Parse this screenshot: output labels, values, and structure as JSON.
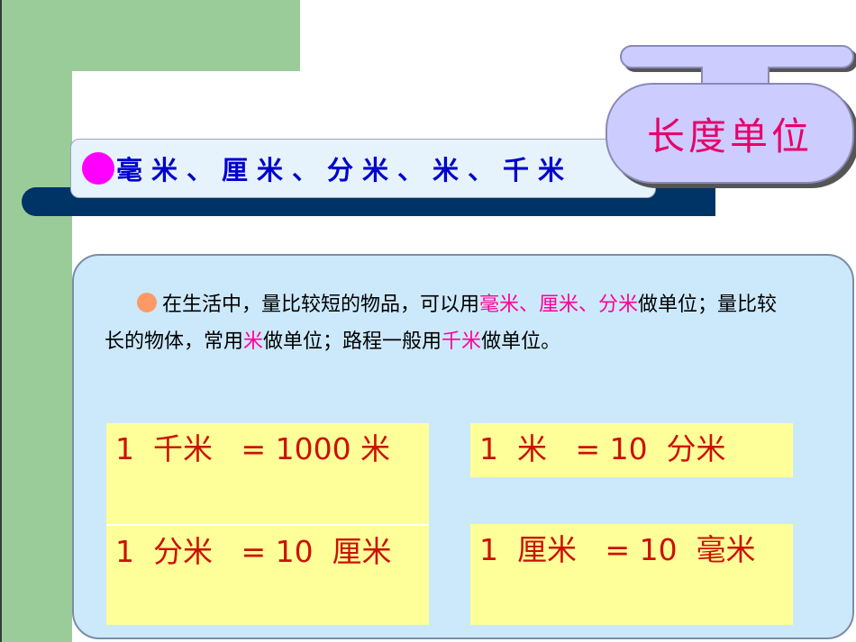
{
  "sign": {
    "title": "长度单位"
  },
  "heading": {
    "text": "毫米、厘米、分米、米、千米"
  },
  "paragraph": {
    "t1": "在生活中，量比较短的物品，可以用",
    "h1": "毫米、厘米、分米",
    "t2": "做单位；量比较长的物体，常用",
    "h2": "米",
    "t3": "做单位；路程一般用",
    "h3": "千米",
    "t4": "做单位。"
  },
  "equations": [
    {
      "text": "1  千米   = 1000 米"
    },
    {
      "text": "1  米   = 10  分米"
    },
    {
      "text": "1  分米   = 10  厘米"
    },
    {
      "text": "1  厘米   = 10  毫米"
    }
  ],
  "colors": {
    "green": "#99cc99",
    "navy": "#003366",
    "heading_text": "#0000cc",
    "title_text": "#e8006a",
    "highlight": "#ff0099",
    "equation_text": "#cc1100",
    "equation_bg": "#ffff99",
    "panel_bg": "#cce9fb"
  }
}
